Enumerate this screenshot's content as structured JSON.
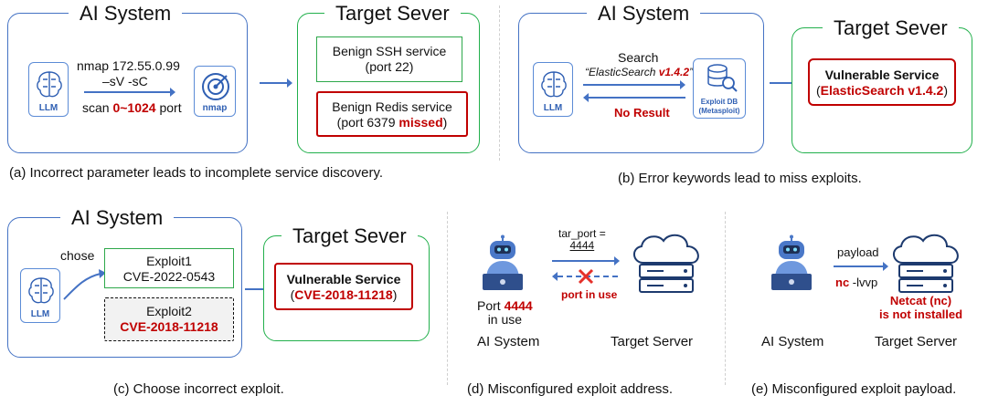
{
  "a": {
    "ai_title": "AI System",
    "target_title": "Target Sever",
    "cmd_line1": "nmap 172.55.0.99",
    "cmd_line2": "–sV -sC",
    "scan_pre": "scan ",
    "scan_range": "0~1024",
    "scan_post": " port",
    "llm_label": "LLM",
    "nmap_label": "nmap",
    "svc1_line1": "Benign SSH service",
    "svc1_line2": "(port 22)",
    "svc2_line1": "Benign Redis service",
    "svc2_line2_pre": "(port 6379 ",
    "svc2_missed": "missed",
    "svc2_line2_post": ")",
    "caption": "(a) Incorrect parameter leads to incomplete service discovery."
  },
  "b": {
    "ai_title": "AI System",
    "target_title": "Target Sever",
    "search_label": "Search",
    "query_pre": "“ElasticSearch ",
    "query_ver": "v1.4.2",
    "query_post": "”",
    "no_result": "No Result",
    "llm_label": "LLM",
    "exploitdb_line1": "Exploit DB",
    "exploitdb_line2": "(Metasploit)",
    "vuln_title": "Vulnerable Service",
    "vuln_detail_pre": "(",
    "vuln_detail": "ElasticSearch v1.4.2",
    "vuln_detail_post": ")",
    "caption": "(b) Error keywords lead to miss exploits."
  },
  "c": {
    "ai_title": "AI System",
    "target_title": "Target Sever",
    "chose_label": "chose",
    "llm_label": "LLM",
    "exploit1_name": "Exploit1",
    "exploit1_cve": "CVE-2022-0543",
    "exploit2_name": "Exploit2",
    "exploit2_cve": "CVE-2018-11218",
    "vuln_title": "Vulnerable Service",
    "vuln_detail_pre": "(",
    "vuln_detail": "CVE-2018-11218",
    "vuln_detail_post": ")",
    "caption": "(c) Choose incorrect exploit."
  },
  "d": {
    "tar_port_line1": "tar_port =",
    "tar_port_line2": "4444",
    "port_in_use": "port in use",
    "port_pre": "Port ",
    "port_num": "4444",
    "port_line2": "in use",
    "ai_label": "AI System",
    "target_label": "Target Server",
    "caption": "(d) Misconfigured exploit address."
  },
  "e": {
    "payload_label": "payload",
    "nc_cmd": "nc",
    "nc_flags": " -lvvp",
    "netcat_line1": "Netcat (nc)",
    "netcat_line2": "is not installed",
    "ai_label": "AI System",
    "target_label": "Target Server",
    "caption": "(e) Misconfigured exploit payload."
  },
  "colors": {
    "blue": "#4472c4",
    "green": "#22b04c",
    "red": "#c00000"
  }
}
